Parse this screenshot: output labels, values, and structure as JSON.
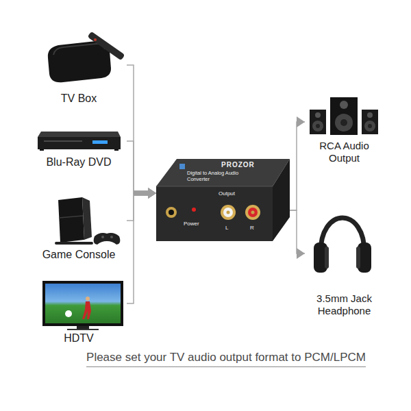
{
  "diagram": {
    "caption": "Please set your TV audio output format to PCM/LPCM",
    "nodes": [
      {
        "text": [
          "TV Box"
        ]
      },
      {
        "text": [
          "Blu-Ray DVD"
        ]
      },
      {
        "text": [
          "Game Console"
        ]
      },
      {
        "text": [
          "HDTV"
        ]
      },
      {
        "text": [
          "PROZOR",
          "Digital to Analog Audio Converter",
          "Output",
          "Power",
          "L",
          "R"
        ]
      },
      {
        "text": [
          "RCA Audio Output"
        ]
      },
      {
        "text": [
          "3.5mm Jack Headphone"
        ]
      }
    ],
    "edges": [
      {
        "from": 0,
        "to": 4,
        "arrow": "to"
      },
      {
        "from": 1,
        "to": 4,
        "arrow": "to"
      },
      {
        "from": 2,
        "to": 4,
        "arrow": "to"
      },
      {
        "from": 3,
        "to": 4,
        "arrow": "to"
      },
      {
        "from": 4,
        "to": 5,
        "arrow": "to"
      },
      {
        "from": 4,
        "to": 6,
        "arrow": "to"
      }
    ]
  }
}
